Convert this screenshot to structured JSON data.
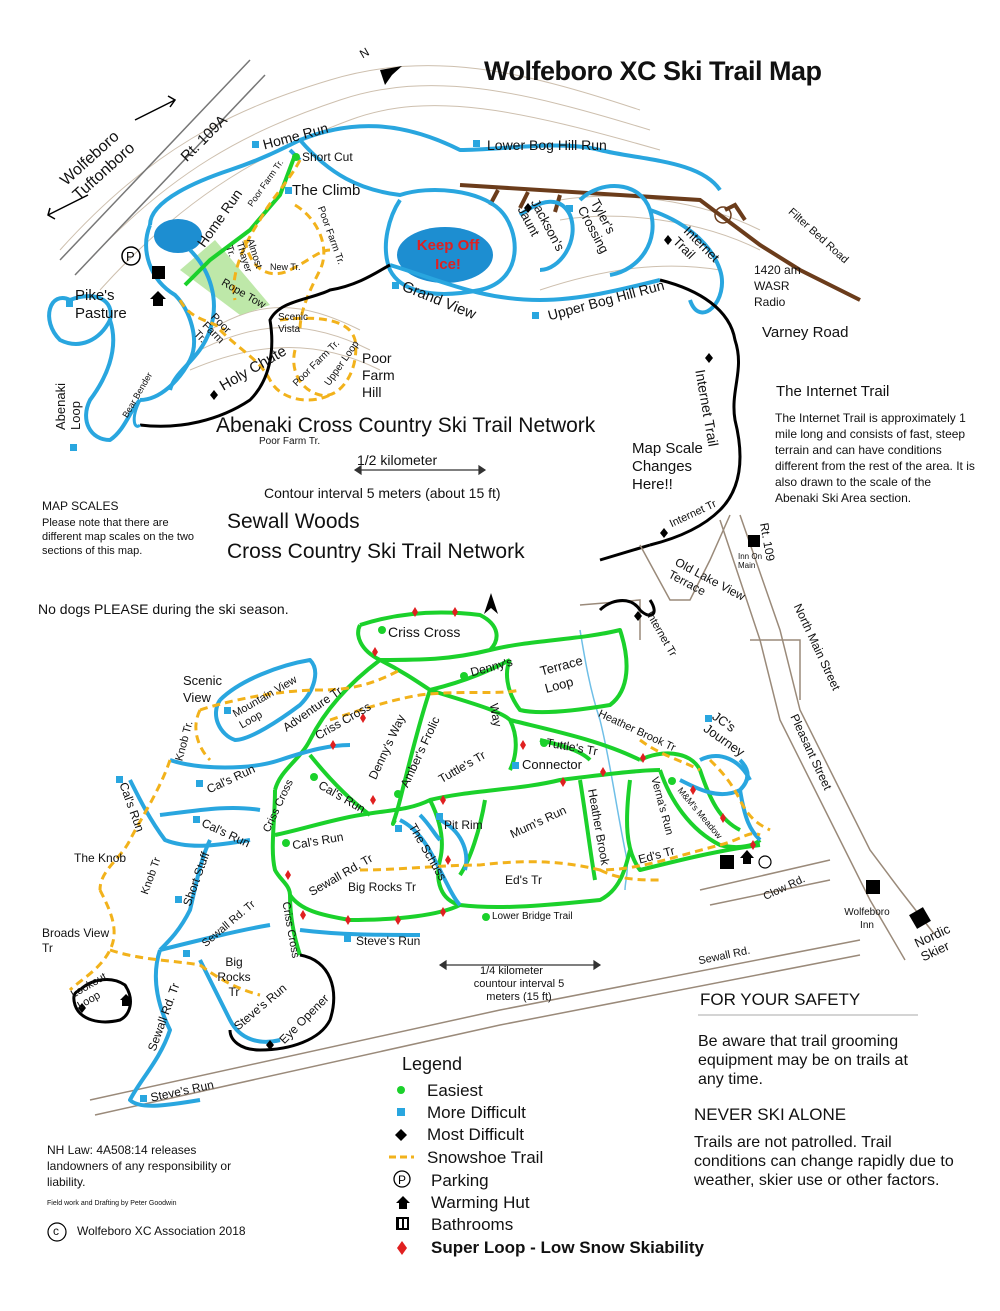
{
  "title": "Wolfeboro XC Ski Trail Map",
  "colors": {
    "easiest": "#1bd12b",
    "more_difficult": "#29a6df",
    "most_difficult": "#000000",
    "snowshoe": "#f2b21b",
    "road": "#6b3c1b",
    "water": "#1d8ed1",
    "keep_off": "#e02020",
    "super_loop": "#e02020"
  },
  "north_label": "N",
  "abenaki": {
    "heading": "Abenaki Cross Country Ski Trail Network",
    "sub_label": "Poor Farm Tr.",
    "scale": "1/2 kilometer",
    "contour": "Contour interval 5 meters (about 15 ft)",
    "keep_off": "Keep Off Ice!",
    "labels": {
      "home_run_top": "Home Run",
      "short_cut": "Short Cut",
      "the_climb": "The Climb",
      "lower_bog": "Lower Bog Hill Run",
      "jacksons": "Jackson's Jaunt",
      "tylers": "Tyler's Crossing",
      "internet_trail_a": "Internet Trail",
      "filter_bed": "Filter Bed Road",
      "wasr": "1420 am WASR Radio",
      "varney": "Varney Road",
      "upper_bog": "Upper Bog Hill Run",
      "grand_view": "Grand View",
      "home_run_side": "Home Run",
      "poor_farm_1": "Poor Farm Tr.",
      "almost_thayer": "Almost Thayer Tr.",
      "new_tr": "New Tr.",
      "poor_farm_2": "Poor Farm Tr.",
      "rope_tow": "Rope Tow",
      "scenic_vista": "Scenic Vista",
      "poor_farm_3": "Poor Farm Tr.",
      "holy_chute": "Holy Chute",
      "poor_farm_4": "Poor Farm Tr.",
      "upper_loop": "Upper Loop",
      "poor_farm_hill": "Poor Farm Hill",
      "pikes": "Pike's Pasture",
      "abenaki_loop": "Abenaki Loop",
      "bear_bender": "Bear Bender",
      "wolfeboro": "Wolfeboro",
      "tuftonboro": "Tuftonboro",
      "rt109a": "Rt. 109A",
      "internet_trail_b": "Internet Trail"
    }
  },
  "internet_info": {
    "title": "The Internet Trail",
    "text": "The Internet Trail is approximately 1 mile long and consists of fast, steep terrain and can have conditions different from the rest of the area.  It is also drawn to the scale of the Abenaki Ski Area section."
  },
  "map_scale_change": "Map Scale Changes Here!!",
  "map_scales": {
    "title": "MAP SCALES",
    "text": "Please note that there are different map scales on the two sections of this map."
  },
  "sewall": {
    "heading_1": "Sewall Woods",
    "heading_2": "Cross Country Ski Trail Network",
    "no_dogs": "No dogs PLEASE during the ski season.",
    "scale": "1/4 kilometer",
    "contour": "countour interval 5 meters (15 ft)",
    "labels": {
      "internet_tr_1": "Internet Tr",
      "internet_tr_2": "Internet Tr",
      "rt109": "Rt. 109",
      "inn_on_main": "Inn On Main",
      "old_lake": "Old Lake View Terrace",
      "north_main": "North Main Street",
      "pleasant": "Pleasant Street",
      "criss_cross_top": "Criss Cross",
      "dennys": "Denny's",
      "terrace_loop": "Terrace Loop",
      "scenic_view": "Scenic View",
      "mountain_view": "Mountain View Loop",
      "adventure": "Adventure Tr",
      "criss_cross_2": "Criss Cross",
      "knob_tr": "Knob Tr.",
      "dennys_way": "Denny's Way",
      "ambers": "Amber's Frolic",
      "way": "Way",
      "heather_brook_tr": "Heather Brook Tr",
      "jcs": "JC's Journey",
      "tuttles": "Tuttle's Tr",
      "tuttles_tr": "Tuttle's Tr",
      "connector": "Connector",
      "cals_run_1": "Cal's Run",
      "cals_run_2": "Cal's Run",
      "cals_run_3": "Cal's Run",
      "cals_run_4": "Cal's Run",
      "cals_run_5": "Cal's Run",
      "criss_cross_3": "Criss Cross",
      "pit_rim": "Pit Rim",
      "mums_run": "Mum's Run",
      "heather_brook": "Heather Brook",
      "vernas": "Verna's Run",
      "mms": "M&M's Meadow",
      "eds_tr_1": "Ed's Tr",
      "eds_tr_2": "Ed's Tr",
      "the_knob": "The Knob",
      "knob_tr_2": "Knob Tr",
      "short_stuff": "Short Stuff",
      "sewall_rd_1": "Sewall Rd. Tr",
      "the_schuss": "The Schuss",
      "big_rocks_1": "Big Rocks Tr",
      "lower_bridge": "Lower Bridge Trail",
      "clow": "Clow Rd.",
      "wolfeboro_inn": "Wolfeboro Inn",
      "nordic": "Nordic Skier",
      "broads_view": "Broads View Tr",
      "sewall_rd_2": "Sewall Rd. Tr",
      "criss_cross_4": "Criss Cross",
      "stevens_1": "Steve's Run",
      "big_rocks_2": "Big Rocks Tr",
      "lookout": "Lookout Loop",
      "sewall_rd_3": "Sewall Rd. Tr",
      "stevens_2": "Steve's Run",
      "eye_opener": "Eye Opener",
      "stevens_3": "Steve's Run",
      "sewall_rd_road": "Sewall Rd."
    }
  },
  "safety": {
    "title": "FOR YOUR SAFETY",
    "text": "Be aware that trail grooming equipment may be on trails at any time.",
    "never": "NEVER SKI ALONE",
    "patrol": "Trails are not patrolled.  Trail conditions can change rapidly due to weather, skier use or other factors."
  },
  "legend": {
    "title": "Legend",
    "items": [
      {
        "label": "Easiest",
        "icon": "green-dot"
      },
      {
        "label": "More Difficult",
        "icon": "blue-square"
      },
      {
        "label": "Most Difficult",
        "icon": "black-diamond"
      },
      {
        "label": "Snowshoe Trail",
        "icon": "dashed-line"
      },
      {
        "label": "Parking",
        "icon": "parking-icon"
      },
      {
        "label": "Warming Hut",
        "icon": "hut-icon"
      },
      {
        "label": "Bathrooms",
        "icon": "bathroom-icon"
      },
      {
        "label": "Super Loop - Low Snow Skiability",
        "icon": "red-diamond"
      }
    ]
  },
  "law": "NH Law:  4A508:14 releases landowners of any responsibility or liability.",
  "credit": "Field work and Drafting by Peter Goodwin",
  "copyright_symbol": "c",
  "copyright": "Wolfeboro XC Association  2018"
}
